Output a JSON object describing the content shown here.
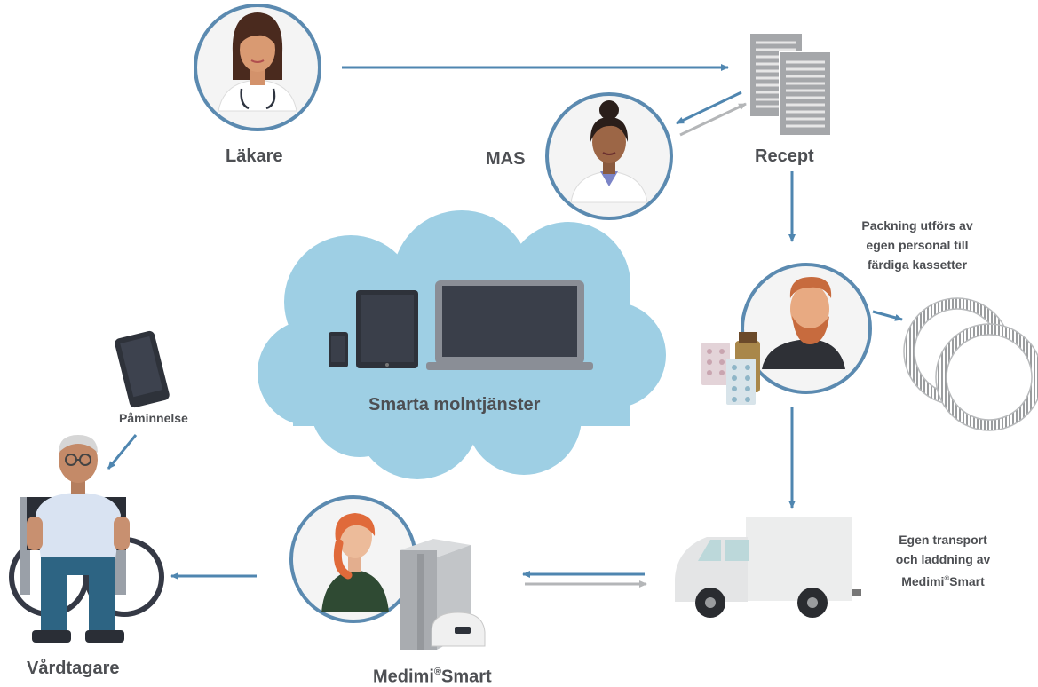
{
  "nodes": {
    "lakare": "Läkare",
    "mas": "MAS",
    "recept": "Recept",
    "packning_lines": [
      "Packning utförs av",
      "egen personal till",
      "färdiga kassetter"
    ],
    "cloud": "Smarta molntjänster",
    "paminnelse": "Påminnelse",
    "vardtagare": "Vårdtagare",
    "medimi_prefix": "Medimi",
    "medimi_reg": "®",
    "medimi_suffix": "Smart",
    "transport_lines": [
      "Egen transport",
      "och laddning av"
    ],
    "transport_medimi_prefix": "Medimi",
    "transport_medimi_reg": "®",
    "transport_medimi_suffix": "Smart"
  },
  "colors": {
    "ring": "#5b8ab0",
    "arrow_blue": "#4f86b0",
    "arrow_grey": "#b4b6b8",
    "cloud": "#9ecfe4",
    "text": "#4d4f53"
  },
  "icons": {
    "doctor": "doctor-avatar-icon",
    "nurse": "nurse-avatar-icon",
    "prescription": "prescription-document-icon",
    "packer": "pharmacy-staff-avatar-icon",
    "cassette": "medication-cassette-icon",
    "devices": "devices-icon",
    "phone": "smartphone-icon",
    "patient": "patient-wheelchair-icon",
    "medimi_staff": "caregiver-avatar-icon",
    "medimi_device": "medimi-dispenser-icon",
    "van": "delivery-van-icon"
  }
}
